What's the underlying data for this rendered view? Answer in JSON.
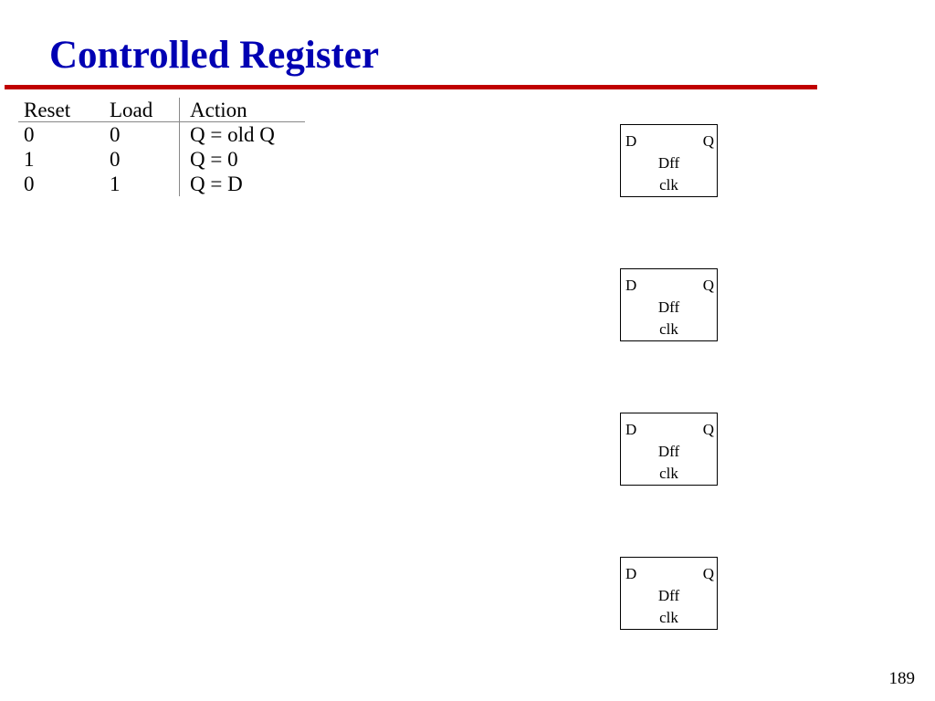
{
  "slide": {
    "title": "Controlled Register",
    "page_number": "189",
    "title_color": "#0000b3",
    "rule_color": "#c00000"
  },
  "truth_table": {
    "headers": [
      "Reset",
      "Load",
      "Action"
    ],
    "rows": [
      [
        "0",
        "0",
        "Q = old Q"
      ],
      [
        "1",
        "0",
        "Q = 0"
      ],
      [
        "0",
        "1",
        "Q = D"
      ]
    ]
  },
  "flip_flops": [
    {
      "d": "D",
      "q": "Q",
      "name": "Dff",
      "clk": "clk"
    },
    {
      "d": "D",
      "q": "Q",
      "name": "Dff",
      "clk": "clk"
    },
    {
      "d": "D",
      "q": "Q",
      "name": "Dff",
      "clk": "clk"
    },
    {
      "d": "D",
      "q": "Q",
      "name": "Dff",
      "clk": "clk"
    }
  ]
}
